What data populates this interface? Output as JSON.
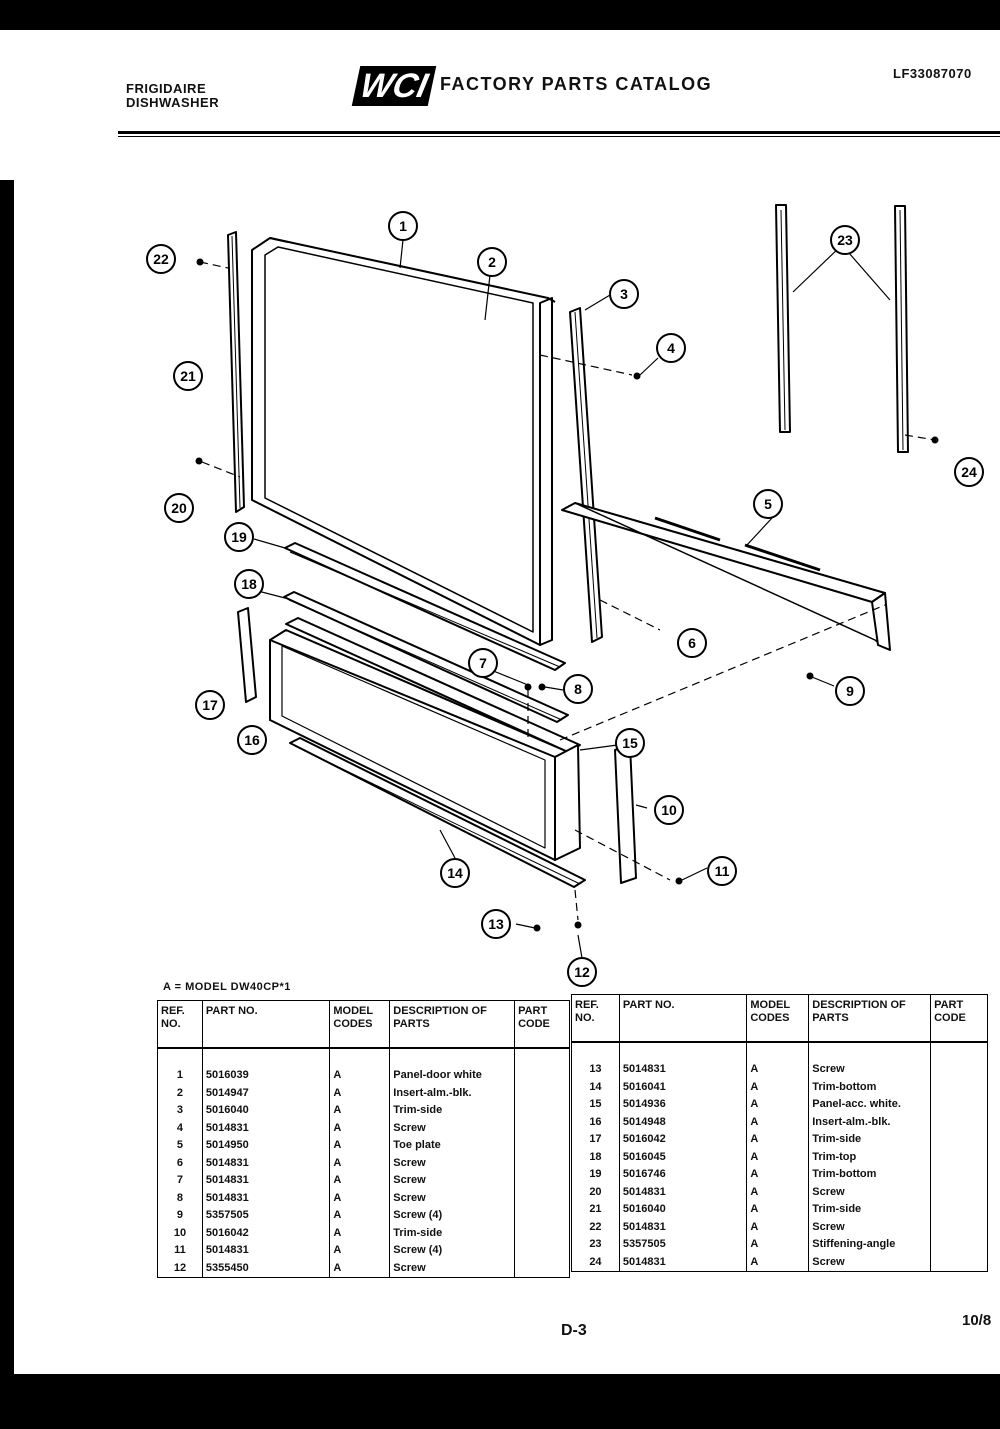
{
  "header": {
    "brand_line1": "FRIGIDAIRE",
    "brand_line2": "DISHWASHER",
    "logo": "WCI",
    "catalog_title": "FACTORY PARTS CATALOG",
    "model_number": "LF33087070"
  },
  "diagram": {
    "callouts": [
      "1",
      "2",
      "3",
      "4",
      "5",
      "6",
      "7",
      "8",
      "9",
      "10",
      "11",
      "12",
      "13",
      "14",
      "15",
      "16",
      "17",
      "18",
      "19",
      "20",
      "21",
      "22",
      "23",
      "24"
    ]
  },
  "model_note": "A = MODEL DW40CP*1",
  "table": {
    "headers": {
      "ref": "REF. NO.",
      "part": "PART NO.",
      "model": "MODEL CODES",
      "description": "DESCRIPTION OF PARTS",
      "code": "PART CODE"
    },
    "left_rows": [
      {
        "ref": "1",
        "part": "5016039",
        "model": "A",
        "desc": "Panel-door white"
      },
      {
        "ref": "2",
        "part": "5014947",
        "model": "A",
        "desc": "Insert-alm.-blk."
      },
      {
        "ref": "3",
        "part": "5016040",
        "model": "A",
        "desc": "Trim-side"
      },
      {
        "ref": "4",
        "part": "5014831",
        "model": "A",
        "desc": "Screw"
      },
      {
        "ref": "5",
        "part": "5014950",
        "model": "A",
        "desc": "Toe plate"
      },
      {
        "ref": "6",
        "part": "5014831",
        "model": "A",
        "desc": "Screw"
      },
      {
        "ref": "7",
        "part": "5014831",
        "model": "A",
        "desc": "Screw"
      },
      {
        "ref": "8",
        "part": "5014831",
        "model": "A",
        "desc": "Screw"
      },
      {
        "ref": "9",
        "part": "5357505",
        "model": "A",
        "desc": "Screw (4)"
      },
      {
        "ref": "10",
        "part": "5016042",
        "model": "A",
        "desc": "Trim-side"
      },
      {
        "ref": "11",
        "part": "5014831",
        "model": "A",
        "desc": "Screw (4)"
      },
      {
        "ref": "12",
        "part": "5355450",
        "model": "A",
        "desc": "Screw"
      }
    ],
    "right_rows": [
      {
        "ref": "13",
        "part": "5014831",
        "model": "A",
        "desc": "Screw"
      },
      {
        "ref": "14",
        "part": "5016041",
        "model": "A",
        "desc": "Trim-bottom"
      },
      {
        "ref": "15",
        "part": "5014936",
        "model": "A",
        "desc": "Panel-acc. white."
      },
      {
        "ref": "16",
        "part": "5014948",
        "model": "A",
        "desc": "Insert-alm.-blk."
      },
      {
        "ref": "17",
        "part": "5016042",
        "model": "A",
        "desc": "Trim-side"
      },
      {
        "ref": "18",
        "part": "5016045",
        "model": "A",
        "desc": "Trim-top"
      },
      {
        "ref": "19",
        "part": "5016746",
        "model": "A",
        "desc": "Trim-bottom"
      },
      {
        "ref": "20",
        "part": "5014831",
        "model": "A",
        "desc": "Screw"
      },
      {
        "ref": "21",
        "part": "5016040",
        "model": "A",
        "desc": "Trim-side"
      },
      {
        "ref": "22",
        "part": "5014831",
        "model": "A",
        "desc": "Screw"
      },
      {
        "ref": "23",
        "part": "5357505",
        "model": "A",
        "desc": "Stiffening-angle"
      },
      {
        "ref": "24",
        "part": "5014831",
        "model": "A",
        "desc": "Screw"
      }
    ]
  },
  "footer": {
    "page_id": "D-3",
    "date": "10/8"
  }
}
